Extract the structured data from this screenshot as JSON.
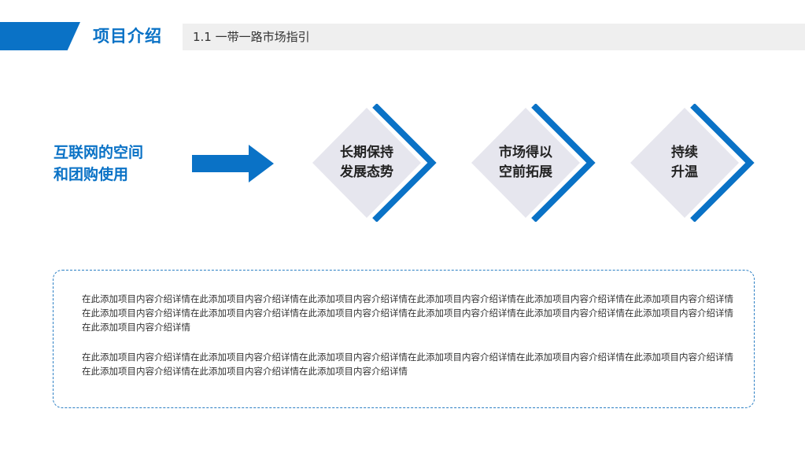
{
  "header": {
    "title": "项目介绍",
    "subtitle": "1.1 一带一路市场指引"
  },
  "left_label": {
    "line1": "互联网的空间",
    "line2": "和团购使用"
  },
  "steps": [
    {
      "line1": "长期保持",
      "line2": "发展态势"
    },
    {
      "line1": "市场得以",
      "line2": "空前拓展"
    },
    {
      "line1": "持续",
      "line2": "升温"
    }
  ],
  "description": {
    "paragraph1": "在此添加项目内容介绍详情在此添加项目内容介绍详情在此添加项目内容介绍详情在此添加项目内容介绍详情在此添加项目内容介绍详情在此添加项目内容介绍详情在此添加项目内容介绍详情在此添加项目内容介绍详情在此添加项目内容介绍详情在此添加项目内容介绍详情在此添加项目内容介绍详情在此添加项目内容介绍详情在此添加项目内容介绍详情",
    "paragraph2": "在此添加项目内容介绍详情在此添加项目内容介绍详情在此添加项目内容介绍详情在此添加项目内容介绍详情在此添加项目内容介绍详情在此添加项目内容介绍详情在此添加项目内容介绍详情在此添加项目内容介绍详情在此添加项目内容介绍详情"
  },
  "colors": {
    "accent": "#0a72c6",
    "diamond_fill": "#e6e6ee",
    "header_bar": "#efefef"
  }
}
